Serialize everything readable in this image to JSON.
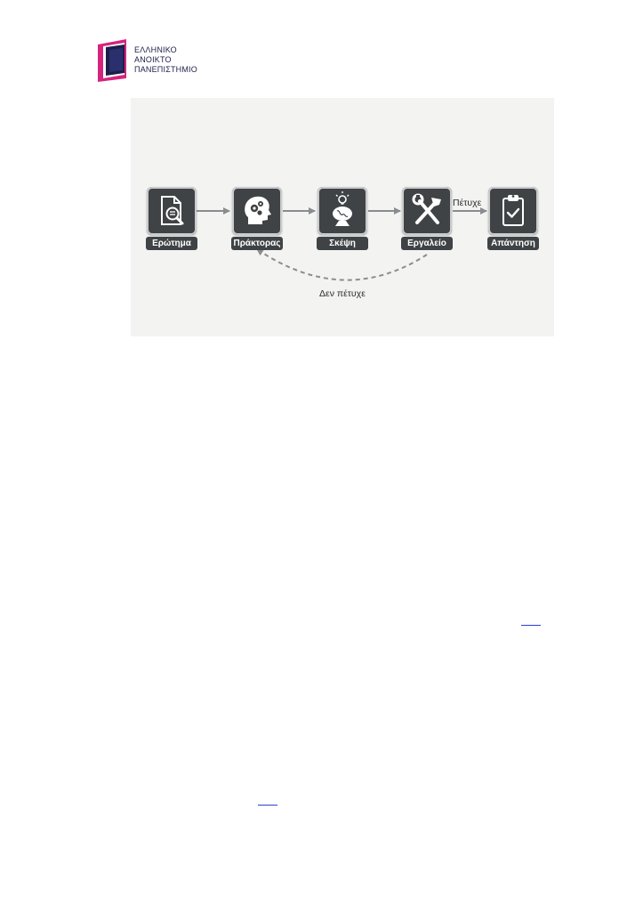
{
  "logo": {
    "lines": [
      "ΕΛΛΗΝΙΚΟ",
      "ΑΝΟΙΚΤΟ",
      "ΠΑΝΕΠΙΣΤΗΜΙΟ"
    ],
    "colors": {
      "magenta": "#d6237d",
      "navy": "#1b1f4a"
    }
  },
  "diagram": {
    "nodes": [
      {
        "label": "Ερώτημα",
        "icon": "document-search-icon"
      },
      {
        "label": "Πράκτορας",
        "icon": "head-gears-icon"
      },
      {
        "label": "Σκέψη",
        "icon": "brain-lightbulb-icon"
      },
      {
        "label": "Εργαλείο",
        "icon": "wrench-hammer-icon"
      },
      {
        "label": "Απάντηση",
        "icon": "clipboard-check-icon"
      }
    ],
    "success_label": "Πέτυχε",
    "failure_label": "Δεν πέτυχε",
    "colors": {
      "tile": "#3f4345",
      "background": "#f3f3f2",
      "arrow": "#8a8d8f"
    }
  },
  "links": {
    "color": "#2a3fd6"
  }
}
